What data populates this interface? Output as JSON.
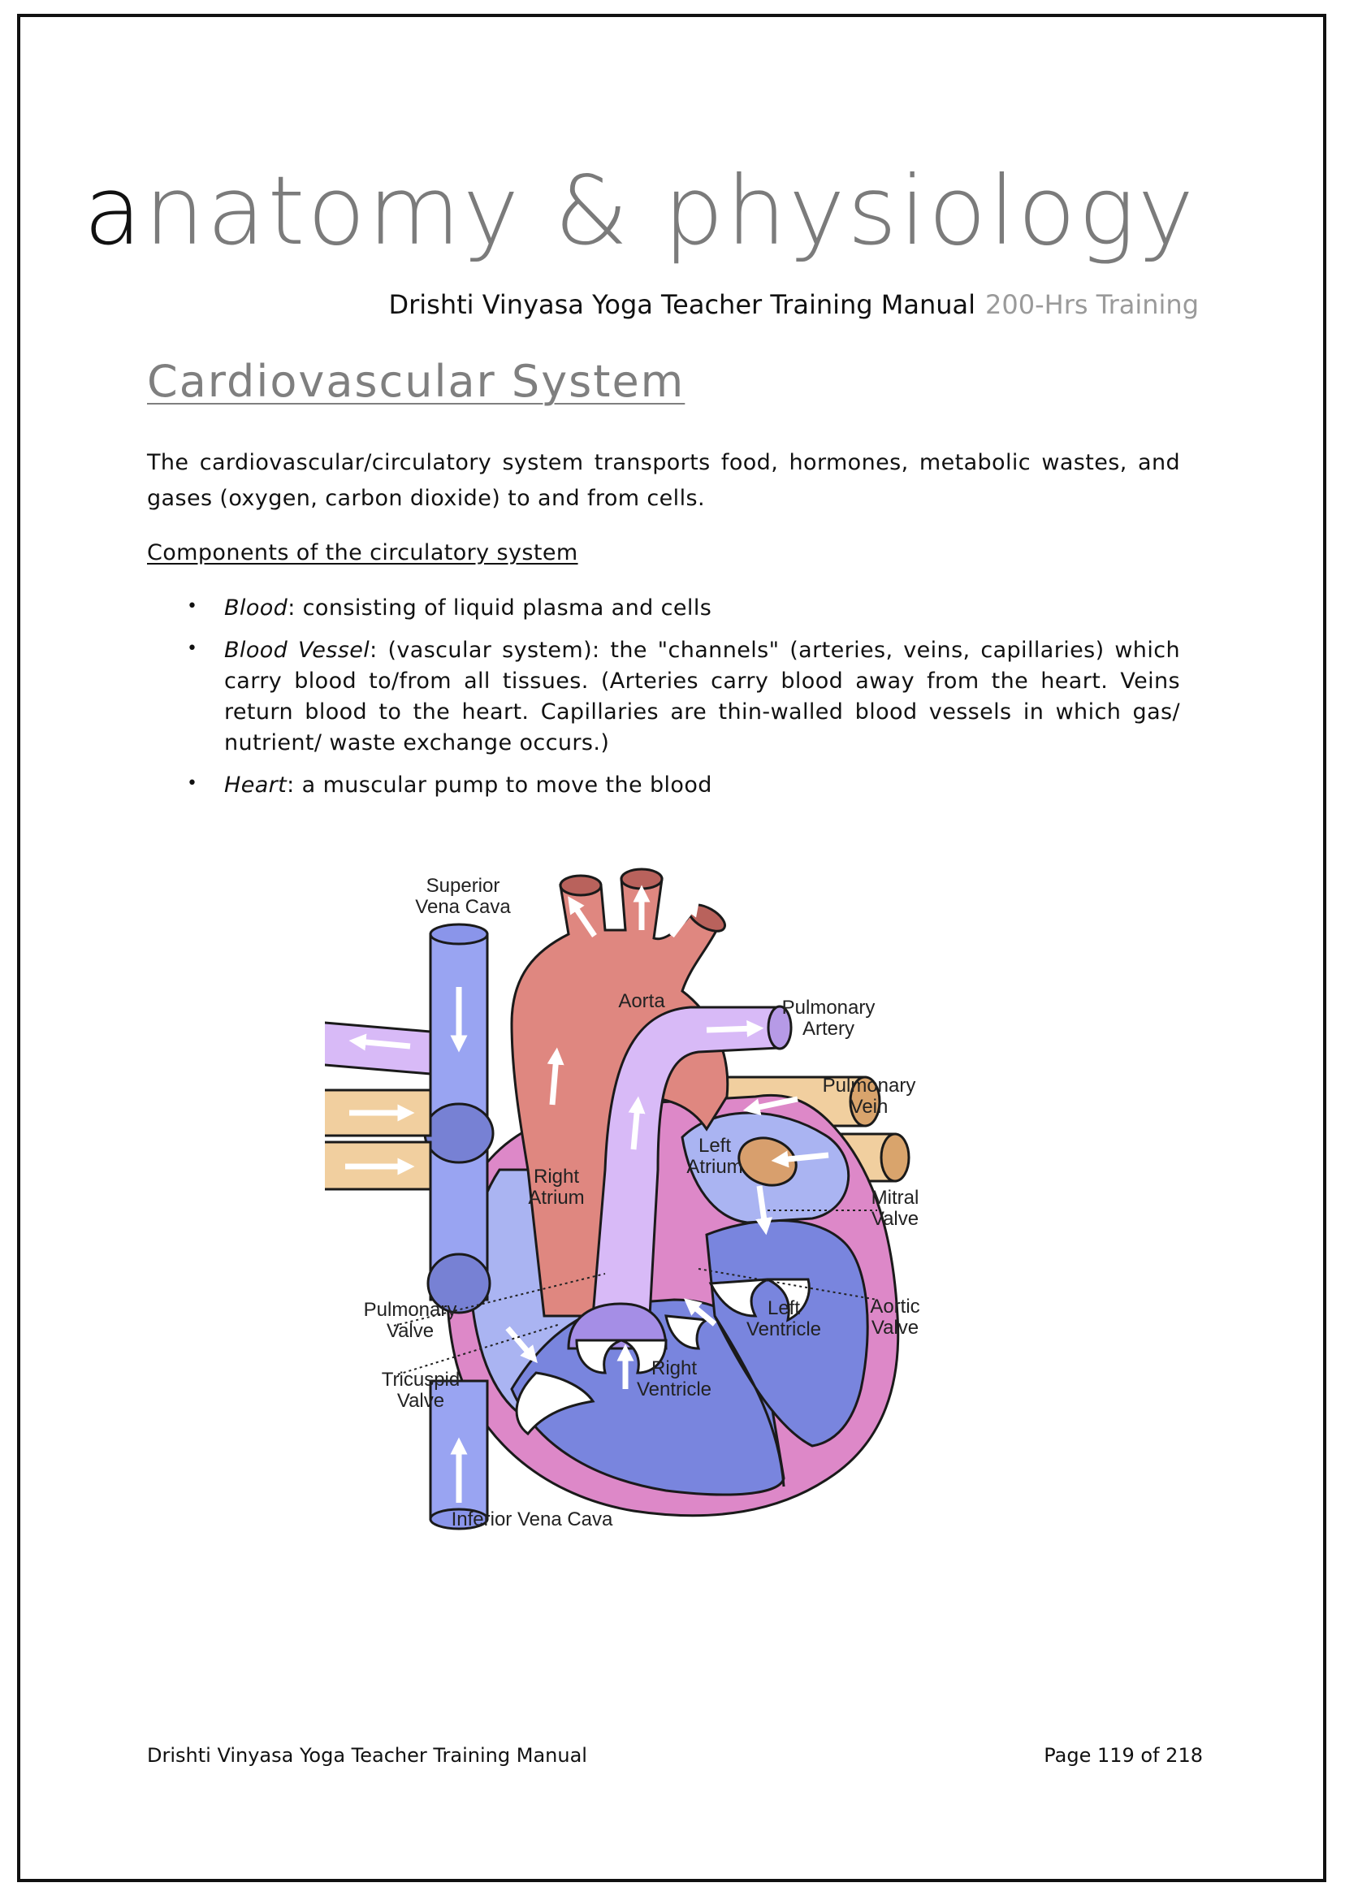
{
  "header": {
    "title_first": "a",
    "title_rest": "natomy & physiology",
    "subtitle_main": "Drishti Vinyasa Yoga Teacher Training Manual",
    "subtitle_tag": "200-Hrs Training"
  },
  "section": {
    "title": "Cardiovascular System",
    "intro": "The cardiovascular/circulatory system transports food, hormones, metabolic wastes, and gases (oxygen, carbon dioxide) to and from cells.",
    "components_heading": "Components of the circulatory system",
    "components": [
      {
        "term": "Blood",
        "text": ": consisting of liquid plasma and cells"
      },
      {
        "term": "Blood Vessel",
        "text": ": (vascular system): the \"channels\" (arteries, veins, capillaries) which carry blood to/from all tissues. (Arteries carry blood away from the heart. Veins return blood to the heart. Capillaries are thin-walled blood vessels in which gas/ nutrient/ waste exchange occurs.)"
      },
      {
        "term": "Heart",
        "text": ": a muscular pump to move the blood"
      }
    ]
  },
  "diagram": {
    "labels": {
      "superior_vena_cava_1": "Superior",
      "superior_vena_cava_2": "Vena Cava",
      "aorta": "Aorta",
      "pulmonary_artery_1": "Pulmonary",
      "pulmonary_artery_2": "Artery",
      "pulmonary_vein_1": "Pulmonary",
      "pulmonary_vein_2": "Vein",
      "left_atrium_1": "Left",
      "left_atrium_2": "Atrium",
      "right_atrium_1": "Right",
      "right_atrium_2": "Atrium",
      "mitral_valve_1": "Mitral",
      "mitral_valve_2": "Valve",
      "pulmonary_valve_1": "Pulmonary",
      "pulmonary_valve_2": "Valve",
      "aortic_valve_1": "Aortic",
      "aortic_valve_2": "Valve",
      "left_ventricle_1": "Left",
      "left_ventricle_2": "Ventricle",
      "tricuspid_valve_1": "Tricuspid",
      "tricuspid_valve_2": "Valve",
      "right_ventricle_1": "Right",
      "right_ventricle_2": "Ventricle",
      "inferior_vena_cava": "Inferior Vena Cava"
    },
    "colors": {
      "myocardium": "#dd88c8",
      "right_side": "#aab4f2",
      "right_ventricle": "#7985de",
      "vena_cava": "#99a4f2",
      "aorta": "#df8780",
      "pulmonary_artery": "#d8baf7",
      "pulmonary_vein": "#f1cf9f",
      "valve": "#ffffff",
      "outline": "#1a1a1a"
    }
  },
  "footer": {
    "manual": "Drishti Vinyasa Yoga Teacher Training Manual",
    "page": "Page 119 of 218"
  }
}
